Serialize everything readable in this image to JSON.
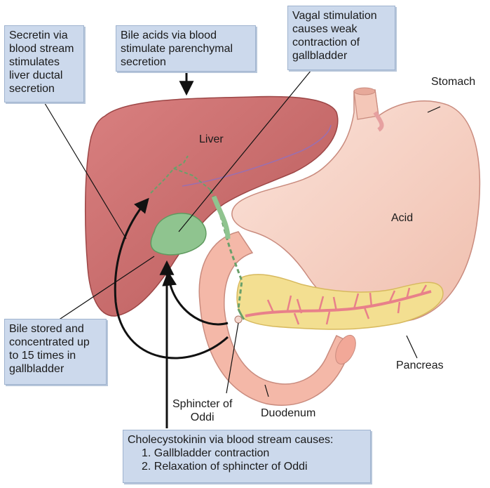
{
  "callouts": {
    "secretin": [
      "Secretin via",
      "blood stream",
      "stimulates",
      "liver ductal",
      "secretion"
    ],
    "bile_acids": [
      "Bile acids via blood",
      "stimulate parenchymal",
      "secretion"
    ],
    "vagal": [
      "Vagal stimulation",
      "causes weak",
      "contraction of",
      "gallbladder"
    ],
    "bile_stored": [
      "Bile stored and",
      "concentrated up",
      "to 15 times in",
      "gallbladder"
    ],
    "cck": [
      "Cholecystokinin via blood stream causes:",
      "1. Gallbladder contraction",
      "2. Relaxation of sphincter of Oddi"
    ]
  },
  "labels": {
    "liver": "Liver",
    "stomach": "Stomach",
    "acid": "Acid",
    "pancreas": "Pancreas",
    "duodenum": "Duodenum",
    "sphincter": [
      "Sphincter of",
      "Oddi"
    ]
  },
  "colors": {
    "callout_bg": "#ccd9ec",
    "liver": "#cf6f6f",
    "stomach": "#f6d2c6",
    "gallbladder": "#8fc48f",
    "pancreas": "#f3df91",
    "pancreatic_duct": "#e8808a",
    "arrow": "#111111"
  }
}
